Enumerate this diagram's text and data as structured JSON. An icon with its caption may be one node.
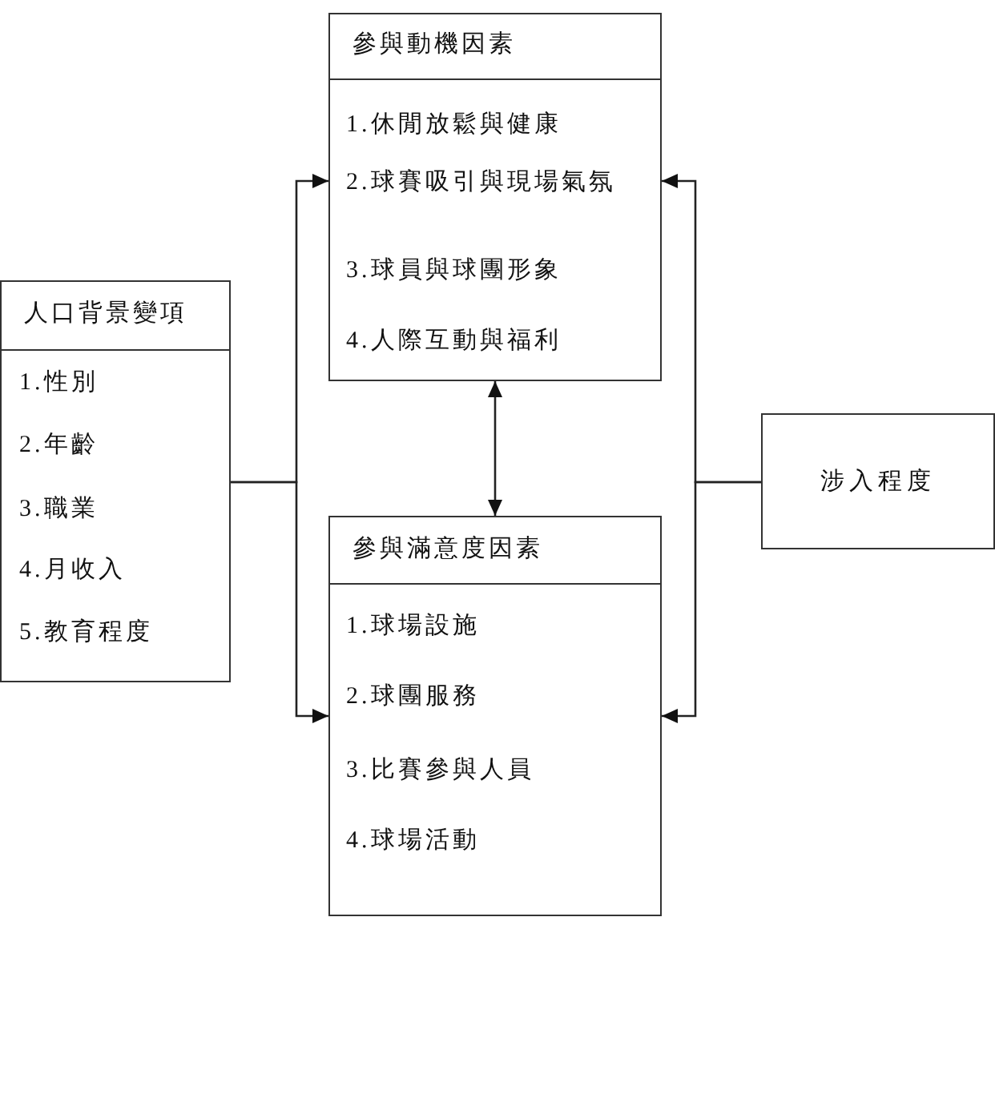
{
  "diagram": {
    "nodes": [
      {
        "text": [
          "人口背景變項",
          "1.性別",
          "2.年齡",
          "3.職業",
          "4.月收入",
          "5.教育程度"
        ]
      },
      {
        "text": [
          "參與動機因素",
          "1.休閒放鬆與健康",
          "2.球賽吸引與現場氣氛",
          "3.球員與球團形象",
          "4.人際互動與福利"
        ]
      },
      {
        "text": [
          "參與滿意度因素",
          "1.球場設施",
          "2.球團服務",
          "3.比賽參與人員",
          "4.球場活動"
        ]
      },
      {
        "text": [
          "涉入程度"
        ]
      }
    ],
    "edges": [
      {
        "from": 0,
        "to": 1,
        "arrow": "to"
      },
      {
        "from": 0,
        "to": 2,
        "arrow": "to"
      },
      {
        "from": 1,
        "to": 2,
        "arrow": "both"
      },
      {
        "from": 3,
        "to": 1,
        "arrow": "to"
      },
      {
        "from": 3,
        "to": 2,
        "arrow": "to"
      }
    ]
  }
}
